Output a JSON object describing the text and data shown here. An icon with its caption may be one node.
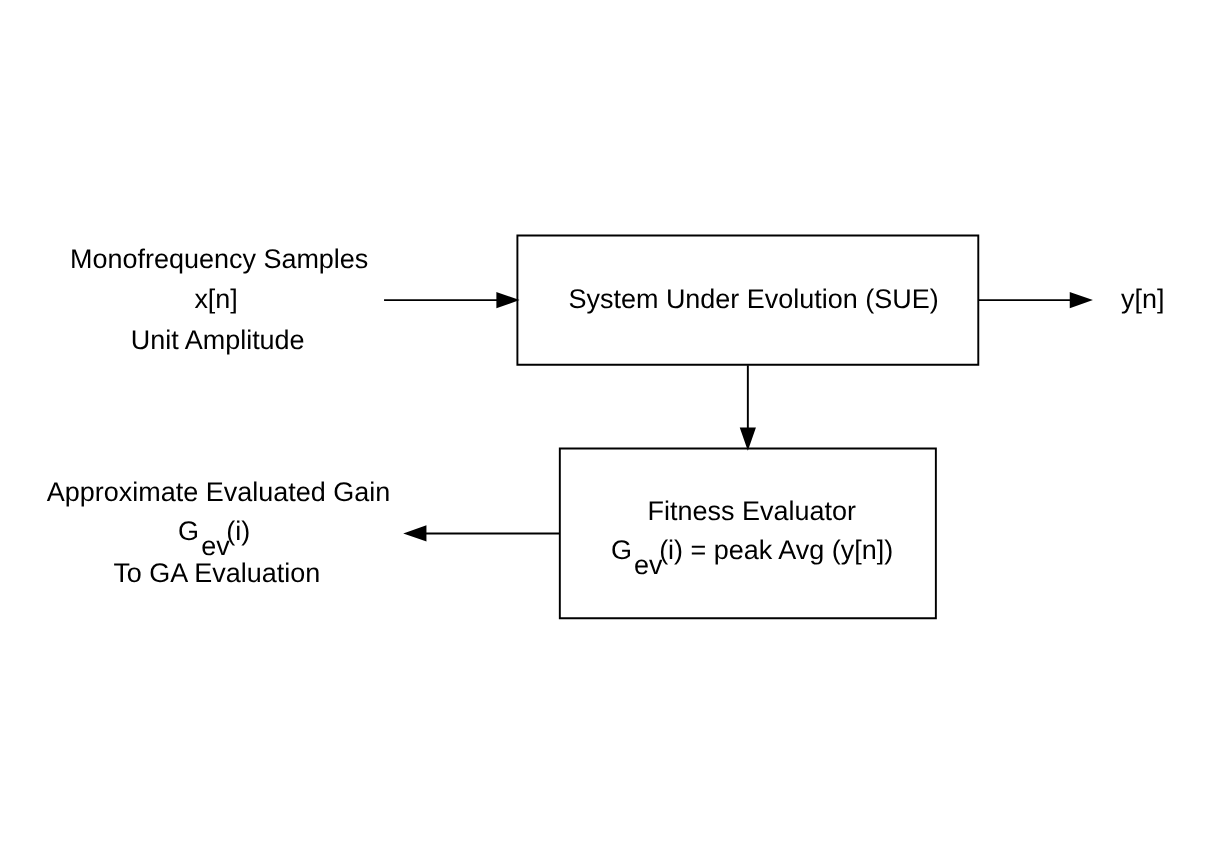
{
  "diagram": {
    "nodes": [
      {
        "text": [
          "x[n]"
        ],
        "beside": [
          "Monofrequency Samples",
          "Unit Amplitude"
        ]
      },
      {
        "text": [
          "System Under Evolution (SUE)"
        ]
      },
      {
        "text": [
          "y[n]"
        ]
      },
      {
        "text": [
          "Fitness Evaluator",
          "G$_{ev}$(i) = peak Avg (y[n])"
        ]
      },
      {
        "text": [
          "G$_{ev}$(i)"
        ],
        "beside": [
          "Approximate Evaluated Gain",
          "To GA Evaluation"
        ]
      }
    ],
    "edges": [
      {
        "from": 0,
        "to": 1,
        "arrow": "to"
      },
      {
        "from": 1,
        "to": 2,
        "arrow": "to"
      },
      {
        "from": 1,
        "to": 3,
        "arrow": "to"
      },
      {
        "from": 3,
        "to": 4,
        "arrow": "to"
      }
    ]
  }
}
